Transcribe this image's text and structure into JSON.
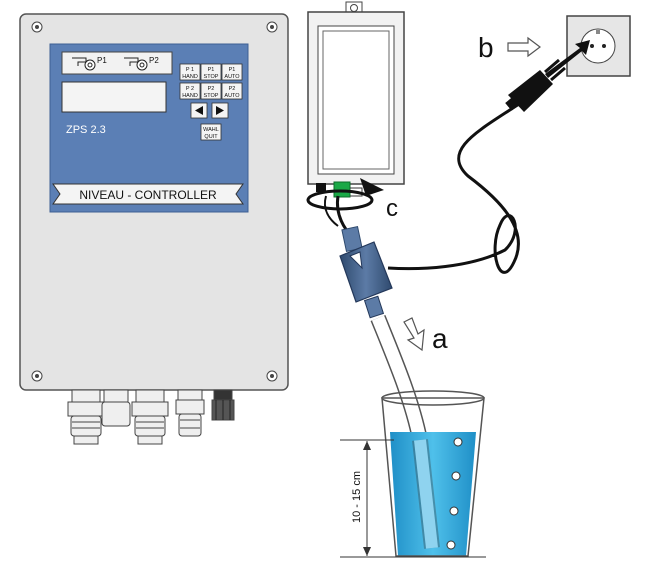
{
  "controller": {
    "pump1_label": "P1",
    "pump2_label": "P2",
    "model": "ZPS 2.3",
    "banner": "NIVEAU - CONTROLLER",
    "buttons": [
      {
        "line1": "P 1",
        "line2": "HAND"
      },
      {
        "line1": "P1",
        "line2": "STOP"
      },
      {
        "line1": "P1",
        "line2": "AUTO"
      },
      {
        "line1": "P 2",
        "line2": "HAND"
      },
      {
        "line1": "P2",
        "line2": "STOP"
      },
      {
        "line1": "P2",
        "line2": "AUTO"
      }
    ],
    "select_button": {
      "line1": "WAHL",
      "line2": "QUIT"
    }
  },
  "labels": {
    "a": "a",
    "b": "b",
    "c": "c",
    "depth": "10 - 15 cm"
  },
  "colors": {
    "housing": "#e4e4e4",
    "front_panel": "#5b7fb5",
    "water": "#3a9fcf",
    "connector": "#3d5a80",
    "green_terminal": "#1aa846"
  }
}
